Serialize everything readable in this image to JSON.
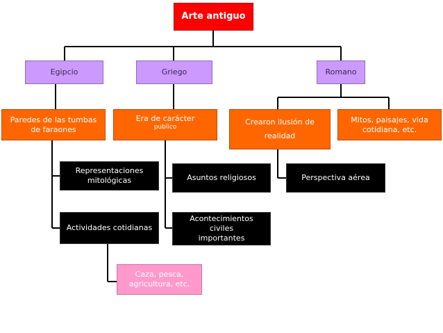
{
  "root": {
    "label": "Arte antiguo"
  },
  "level1": {
    "egipcio": "Egipcio",
    "griego": "Griego",
    "romano": "Romano"
  },
  "level2": {
    "paredes": "Paredes de las tumbas de faraones",
    "era_line1": "Era de carácter",
    "era_line2": "publico",
    "crearon_line1": "Crearon  ilusión de",
    "crearon_line2": "realidad",
    "mitos": "Mitos, paisajes, vida cotidiana, etc."
  },
  "level3": {
    "representaciones": "Representaciones mitológicas",
    "actividades": "Actividades cotidianas",
    "asuntos": "Asuntos religiosos",
    "acontecimientos_line1": "Acontecimientos",
    "acontecimientos_line2": "civiles",
    "acontecimientos_line3": "importantes",
    "perspectiva": "Perspectiva aérea"
  },
  "level4": {
    "caza": "Caza, pesca, agricultura, etc."
  }
}
